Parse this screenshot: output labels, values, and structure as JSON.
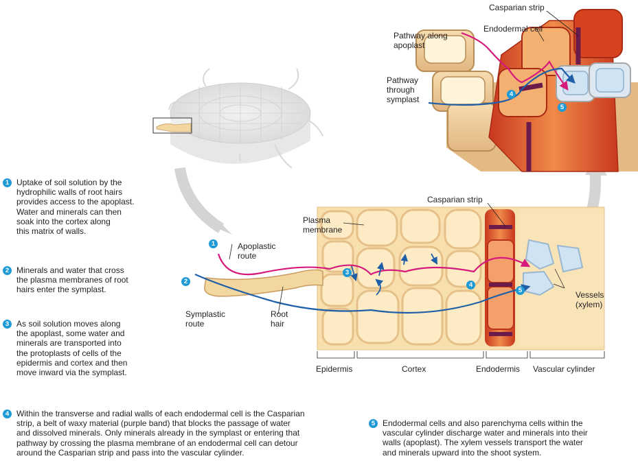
{
  "labels": {
    "casparian_top": "Casparian strip",
    "endodermal_cell": "Endodermal cell",
    "pathway_apoplast": "Pathway along\napoplast",
    "pathway_symplast": "Pathway\nthrough\nsymplast",
    "casparian_mid": "Casparian strip",
    "plasma_membrane": "Plasma\nmembrane",
    "apoplastic_route": "Apoplastic\nroute",
    "symplastic_route": "Symplastic\nroute",
    "root_hair": "Root\nhair",
    "vessels": "Vessels\n(xylem)",
    "epidermis": "Epidermis",
    "cortex": "Cortex",
    "endodermis": "Endodermis",
    "vascular_cylinder": "Vascular cylinder"
  },
  "markers": [
    "1",
    "2",
    "3",
    "4",
    "5"
  ],
  "steps": [
    {
      "num": "1",
      "text": "Uptake of soil solution by the\nhydrophilic walls of root hairs\nprovides access to the apoplast.\nWater and minerals can then\nsoak into the cortex along\nthis matrix of walls."
    },
    {
      "num": "2",
      "text": "Minerals and water that cross\nthe plasma membranes of root\nhairs enter the symplast."
    },
    {
      "num": "3",
      "text": "As soil solution moves along\nthe apoplast, some water and\nminerals are transported into\nthe protoplasts of cells of the\nepidermis and cortex and then\nmove inward via the symplast."
    },
    {
      "num": "4",
      "text": "Within the transverse and radial walls of each endodermal cell is the Casparian\nstrip, a belt of waxy material (purple band) that blocks the passage of water\nand dissolved minerals. Only minerals already in the symplast or entering that\npathway by crossing the plasma membrane of an endodermal cell can detour\naround the Casparian strip and pass into the vascular cylinder."
    },
    {
      "num": "5",
      "text": "Endodermal cells and also parenchyma cells within the\nvascular cylinder discharge water and minerals into their\nwalls (apoplast). The xylem vessels transport the water\nand minerals upward into the shoot system."
    }
  ],
  "colors": {
    "apoplast_route": "#d6197c",
    "symplast_route": "#1f5fa8",
    "step_marker": "#1e9ad6",
    "casparian_band": "#6b1b4a",
    "endodermis": "#e0522d",
    "cell_fill": "#fbe7b8",
    "cell_wall": "#e9c27e",
    "vessel": "#cfe3f3"
  }
}
